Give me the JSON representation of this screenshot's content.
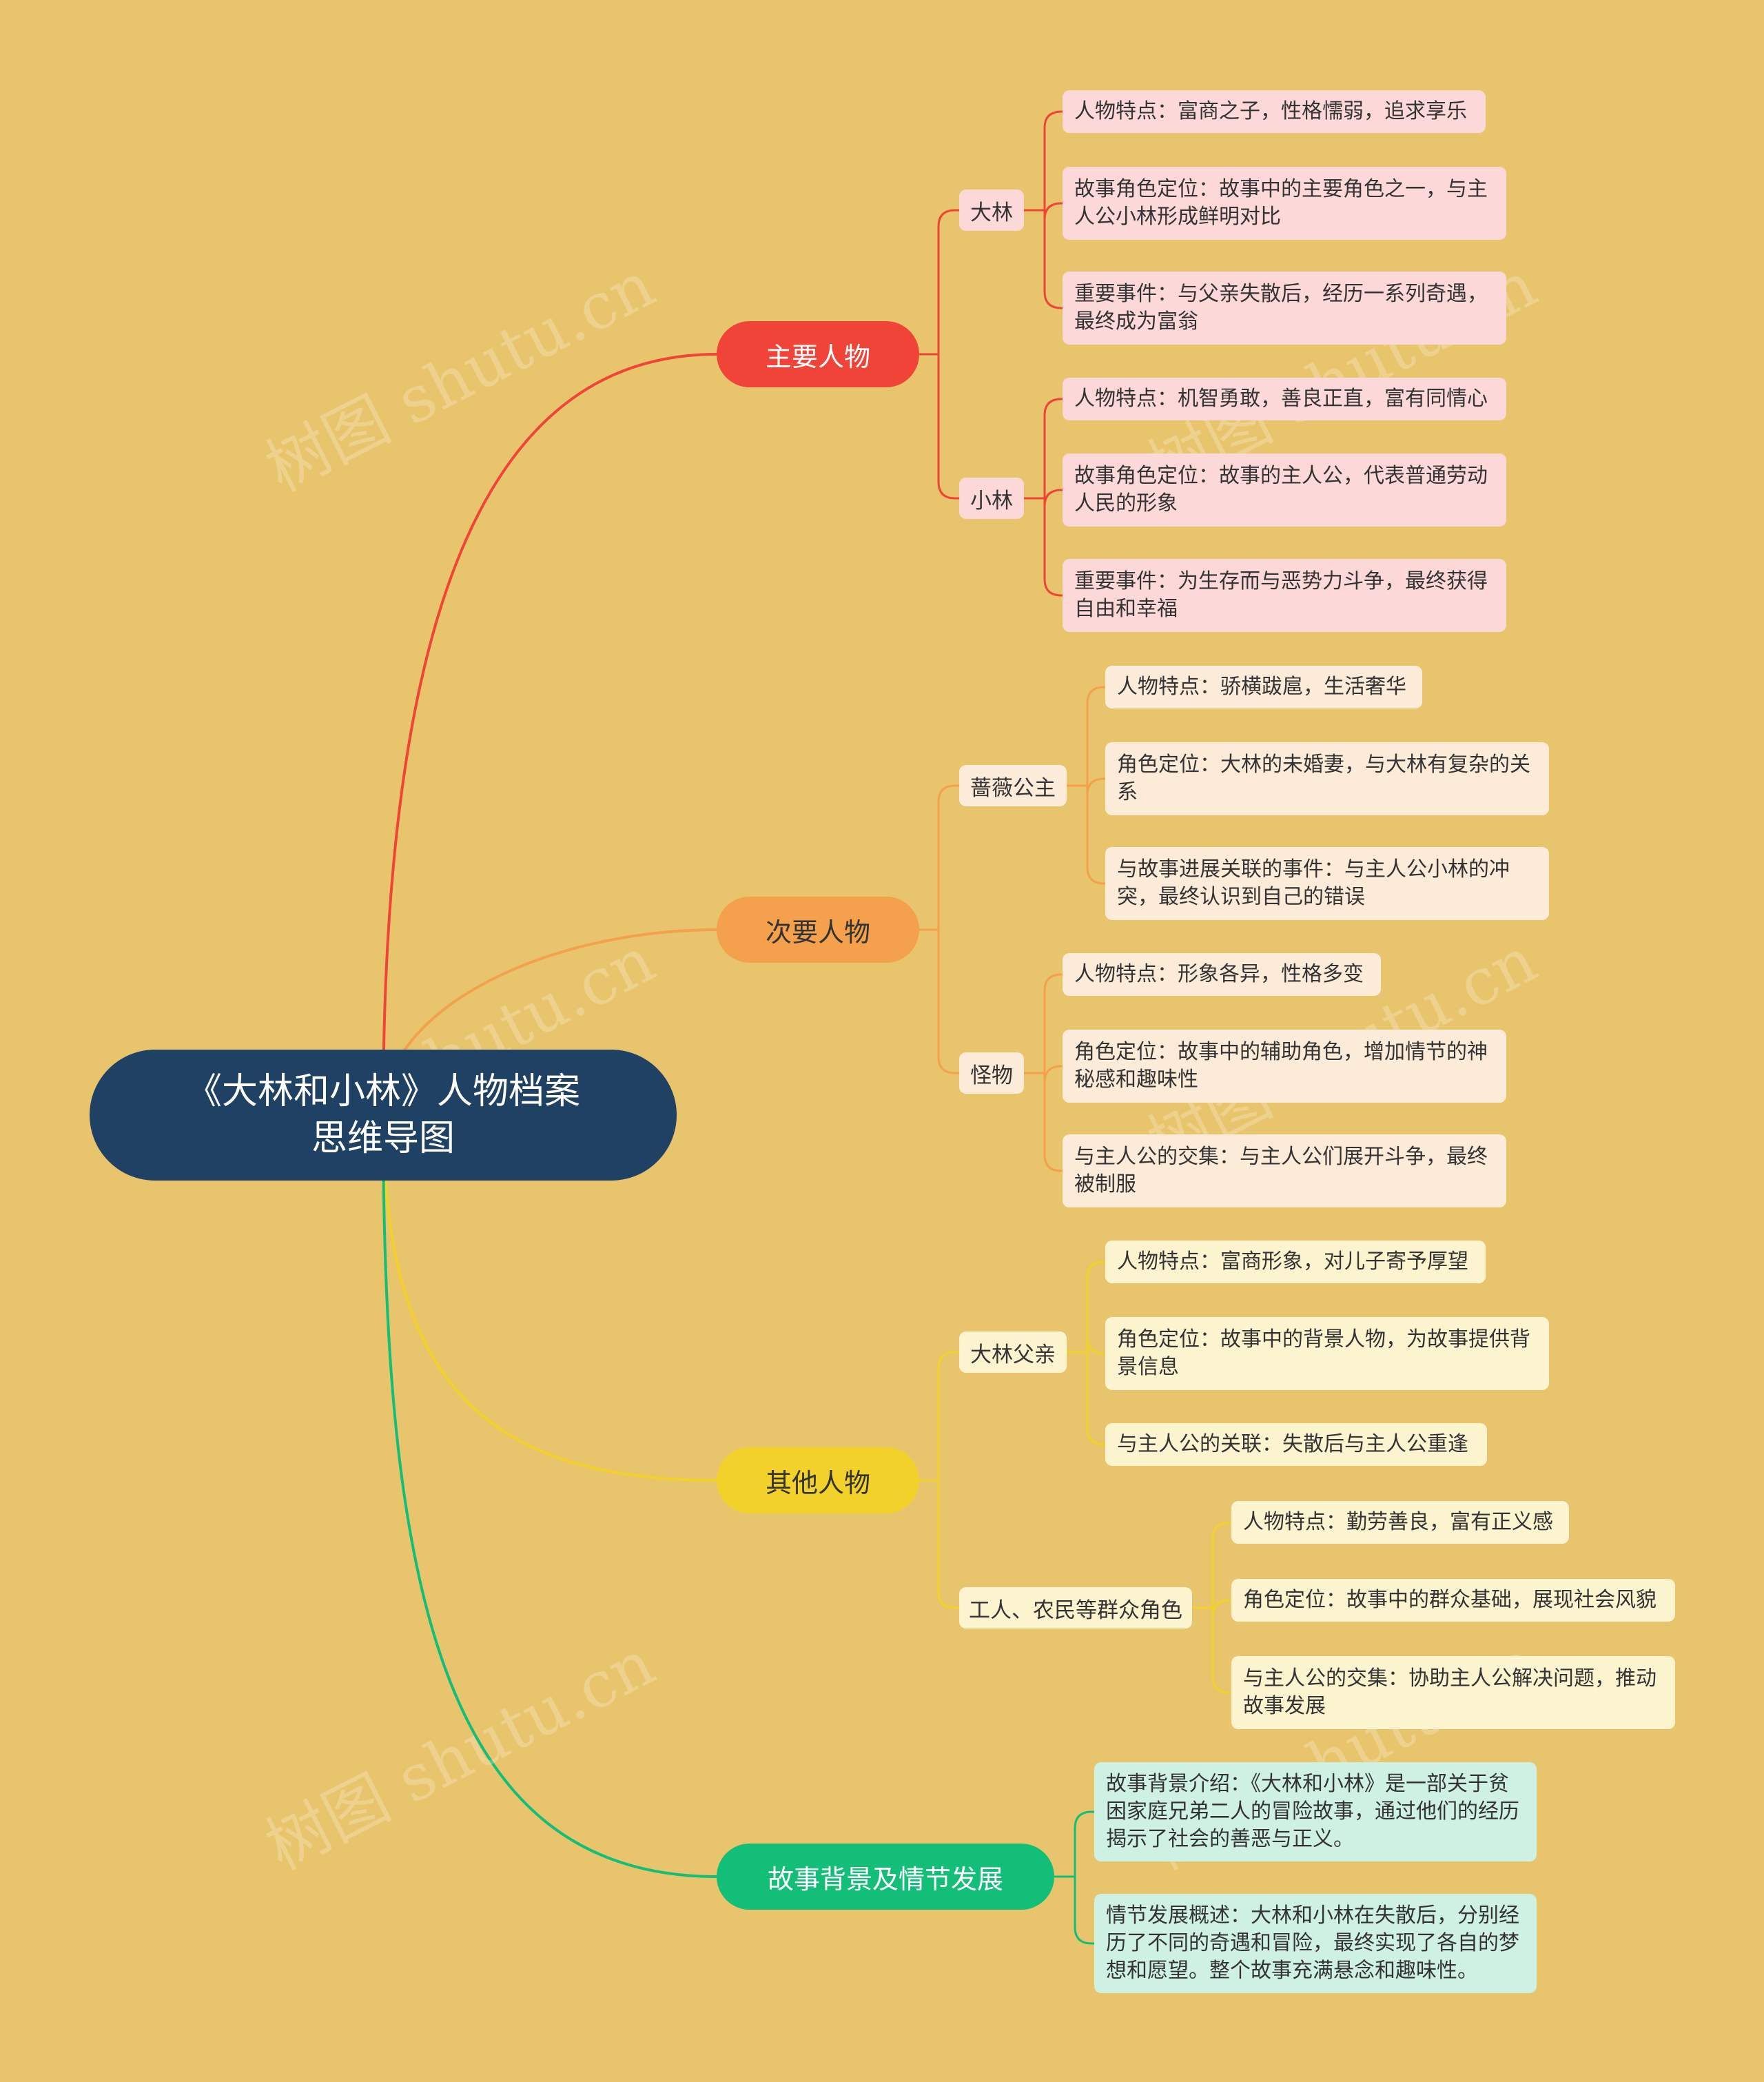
{
  "root": {
    "title": "《大林和小林》人物档案\n思维导图"
  },
  "colors": {
    "background": "#E8C46C",
    "root_fill": "#1E4164",
    "main_characters": "#F04438",
    "secondary_characters": "#F4A04C",
    "other_characters": "#F2D22A",
    "background_plot": "#12BE78"
  },
  "branches": [
    {
      "label": "主要人物",
      "subs": [
        {
          "label": "大林",
          "leaves": [
            "人物特点：富商之子，性格懦弱，追求享乐",
            "故事角色定位：故事中的主要角色之一，与主人公小林形成鲜明对比",
            "重要事件：与父亲失散后，经历一系列奇遇，最终成为富翁"
          ]
        },
        {
          "label": "小林",
          "leaves": [
            "人物特点：机智勇敢，善良正直，富有同情心",
            "故事角色定位：故事的主人公，代表普通劳动人民的形象",
            "重要事件：为生存而与恶势力斗争，最终获得自由和幸福"
          ]
        }
      ]
    },
    {
      "label": "次要人物",
      "subs": [
        {
          "label": "蔷薇公主",
          "leaves": [
            "人物特点：骄横跋扈，生活奢华",
            "角色定位：大林的未婚妻，与大林有复杂的关系",
            "与故事进展关联的事件：与主人公小林的冲突，最终认识到自己的错误"
          ]
        },
        {
          "label": "怪物",
          "leaves": [
            "人物特点：形象各异，性格多变",
            "角色定位：故事中的辅助角色，增加情节的神秘感和趣味性",
            "与主人公的交集：与主人公们展开斗争，最终被制服"
          ]
        }
      ]
    },
    {
      "label": "其他人物",
      "subs": [
        {
          "label": "大林父亲",
          "leaves": [
            "人物特点：富商形象，对儿子寄予厚望",
            "角色定位：故事中的背景人物，为故事提供背景信息",
            "与主人公的关联：失散后与主人公重逢"
          ]
        },
        {
          "label": "工人、农民等群众角色",
          "leaves": [
            "人物特点：勤劳善良，富有正义感",
            "角色定位：故事中的群众基础，展现社会风貌",
            "与主人公的交集：协助主人公解决问题，推动故事发展"
          ]
        }
      ]
    },
    {
      "label": "故事背景及情节发展",
      "leaves": [
        "故事背景介绍：《大林和小林》是一部关于贫困家庭兄弟二人的冒险故事，通过他们的经历揭示了社会的善恶与正义。",
        "情节发展概述：大林和小林在失散后，分别经历了不同的奇遇和冒险，最终实现了各自的梦想和愿望。整个故事充满悬念和趣味性。"
      ]
    }
  ],
  "watermarks": [
    "树图 shutu.cn",
    "树图 shutu.cn",
    "树图 shutu.cn",
    "树图 shutu.cn",
    "树图 shutu.cn",
    "树图 shutu.cn"
  ]
}
